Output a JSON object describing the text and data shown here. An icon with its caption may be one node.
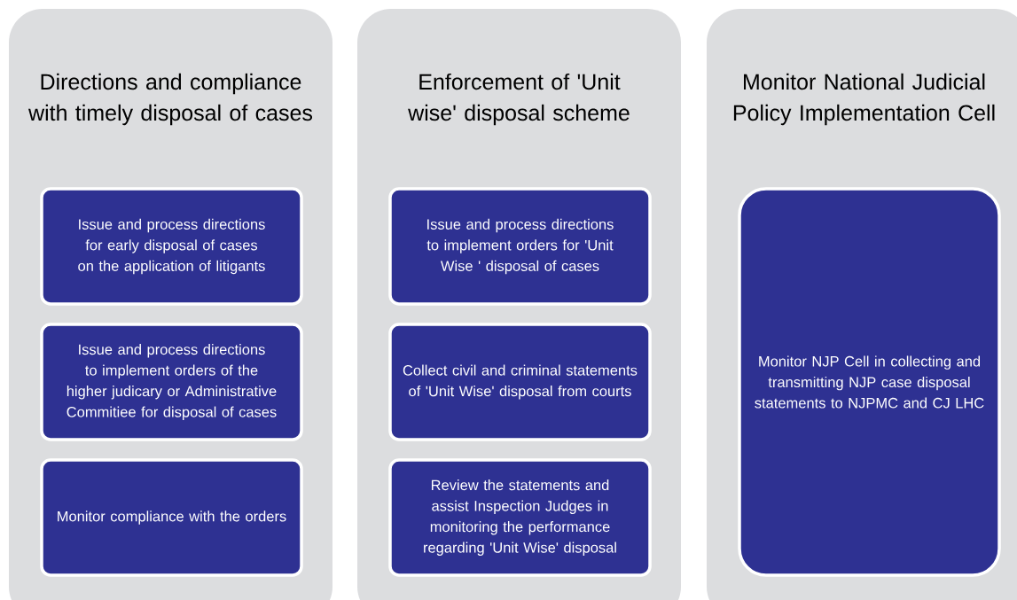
{
  "diagram": {
    "nodes": [
      {
        "text": [
          "Directions and compliance with timely disposal of cases"
        ]
      },
      {
        "text": [
          "Issue and process directions for early disposal of cases on the application of litigants"
        ],
        "in": 0
      },
      {
        "text": [
          "Issue and process directions to implement orders of the higher judicary or Administrative Commitiee for disposal of cases"
        ],
        "in": 0
      },
      {
        "text": [
          "Monitor compliance with the orders"
        ],
        "in": 0
      },
      {
        "text": [
          "Enforcement of 'Unit wise' disposal scheme"
        ]
      },
      {
        "text": [
          "Issue and process directions to implement orders for 'Unit Wise ' disposal of cases"
        ],
        "in": 4
      },
      {
        "text": [
          "Collect civil and criminal statements of 'Unit Wise' disposal from courts"
        ],
        "in": 4
      },
      {
        "text": [
          "Review the statements and assist Inspection Judges in monitoring the performance regarding 'Unit Wise' disposal"
        ],
        "in": 4
      },
      {
        "text": [
          "Monitor National Judicial Policy Implementation Cell"
        ]
      },
      {
        "text": [
          "Monitor NJP Cell in collecting and transmitting NJP case disposal statements to NJPMC and CJ LHC"
        ],
        "in": 8
      }
    ]
  }
}
